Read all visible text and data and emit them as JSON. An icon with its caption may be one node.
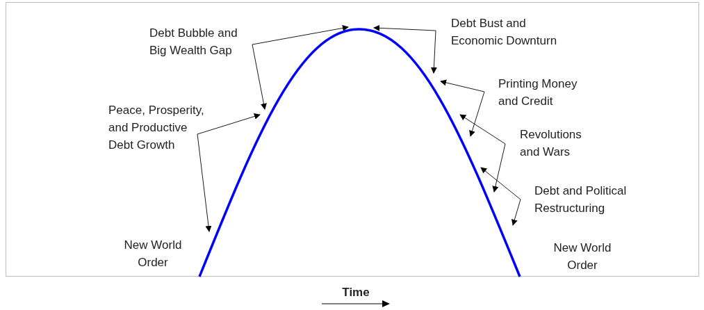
{
  "diagram": {
    "nodes": [
      {
        "text": [
          "Debt Bubble and Big Wealth Gap"
        ]
      },
      {
        "text": [
          "Peace, Prosperity, and Productive Debt Growth"
        ]
      },
      {
        "text": [
          "Debt Bust and Economic Downturn"
        ]
      },
      {
        "text": [
          "Printing Money and Credit"
        ]
      },
      {
        "text": [
          "Revolutions and Wars"
        ]
      },
      {
        "text": [
          "Debt and Political Restructuring"
        ]
      }
    ],
    "edges": [
      {
        "from": 0,
        "to": null,
        "arrow": "to"
      },
      {
        "from": 0,
        "to": null,
        "arrow": "to"
      },
      {
        "from": 1,
        "to": null,
        "arrow": "to"
      },
      {
        "from": 1,
        "to": null,
        "arrow": "to"
      },
      {
        "from": 2,
        "to": null,
        "arrow": "to"
      },
      {
        "from": 2,
        "to": null,
        "arrow": "to"
      },
      {
        "from": 3,
        "to": null,
        "arrow": "to"
      },
      {
        "from": 3,
        "to": null,
        "arrow": "to"
      },
      {
        "from": 4,
        "to": null,
        "arrow": "to"
      },
      {
        "from": 4,
        "to": null,
        "arrow": "to"
      },
      {
        "from": 5,
        "to": null,
        "arrow": "to"
      },
      {
        "from": 5,
        "to": null,
        "arrow": "to"
      }
    ],
    "labels": [
      "New World Order",
      "New World Order",
      "Time"
    ]
  }
}
